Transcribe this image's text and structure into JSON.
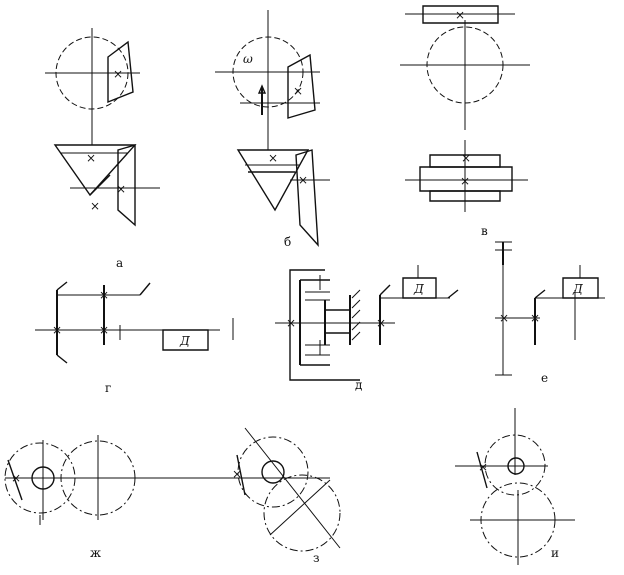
{
  "captions": {
    "a": "а",
    "b": "б",
    "v": "в",
    "g": "г",
    "d": "д",
    "e": "е",
    "zh": "ж",
    "z": "з",
    "i": "и"
  },
  "labels": {
    "motor_d": "Д",
    "omega_label": "ω"
  },
  "colors": {
    "ink": "#111111",
    "paper": "#ffffff"
  }
}
